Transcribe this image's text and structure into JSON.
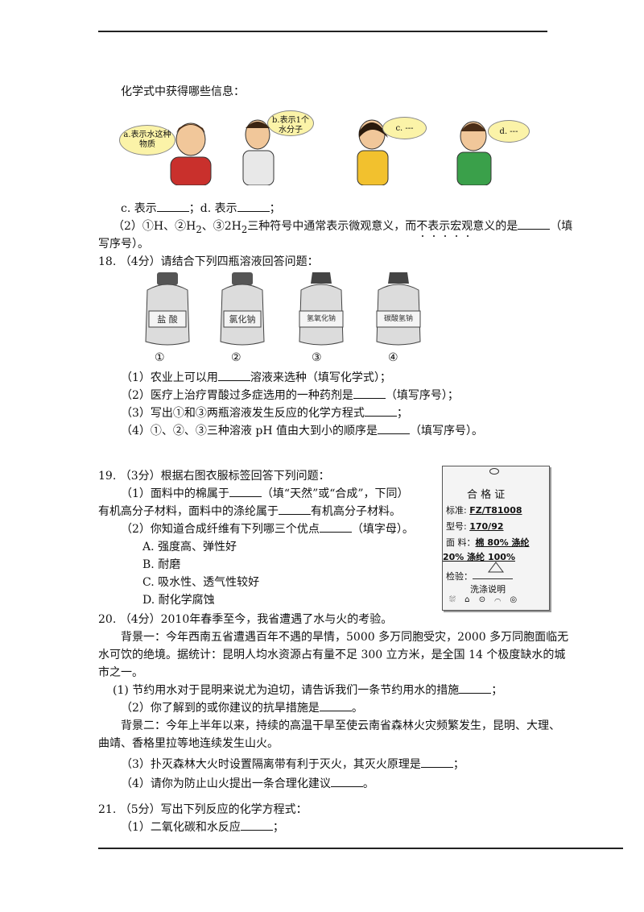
{
  "q17": {
    "intro": "化学式中获得哪些信息：",
    "bubble_a": "a.表示水这种物质",
    "bubble_b": "b.表示1个水分子",
    "bubble_c": "c. ---",
    "bubble_d": "d. ---",
    "answer_line_c": "c. 表示",
    "answer_line_d": "；d. 表示",
    "answer_line_end": "；",
    "part2_a": "（2）①H、②H",
    "part2_b": "2",
    "part2_c": "、③2H",
    "part2_d": "2",
    "part2_e": "三种符号中通常表示微观意义，而",
    "part2_f1": "不",
    "part2_f2": "表",
    "part2_f3": "示",
    "part2_f4": "宏",
    "part2_f5": "观",
    "part2_g": "意义的是",
    "part2_h": "（填",
    "part2_i": "写序号）。"
  },
  "q18": {
    "title": "18. （4分）请结合下列四瓶溶液回答问题：",
    "bottles": [
      "盐 酸",
      "氯化钠",
      "氢氧化钠",
      "碳酸氢钠"
    ],
    "numbers": [
      "①",
      "②",
      "③",
      "④"
    ],
    "s1a": "（1）农业上可以用",
    "s1b": "溶液来选种（填写化学式）；",
    "s2a": "（2）医疗上治疗胃酸过多症选用的一种药剂是",
    "s2b": "（填写序号）；",
    "s3a": "（3）写出①和③两瓶溶液发生反应的化学方程式",
    "s3b": "；",
    "s4a": "（4）①、②、③三种溶液 pH 值由大到小的顺序是",
    "s4b": "（填写序号）。"
  },
  "q19": {
    "title": "19. （3分）根据右图衣服标签回答下列问题：",
    "s1a": "（1）面料中的棉属于",
    "s1b": "（填“天然”或“合成”，下同）",
    "s1c": "有机高分子材料，面料中的涤纶属于",
    "s1d": "有机高分子材料。",
    "s2a": "（2）你知道合成纤维有下列哪三个优点",
    "s2b": "（填字母）。",
    "opts": [
      "A. 强度高、弹性好",
      "B. 耐磨",
      "C. 吸水性、透气性较好",
      "D. 耐化学腐蚀"
    ],
    "tag": {
      "title": "合 格 证",
      "std_label": "标准:",
      "std_val": "FZ/T81008",
      "model_label": "型号:",
      "model_val": "170/92",
      "fabric_label": "面 料：",
      "fabric_val": "棉 80% 涤纶",
      "fabric_val2": "20%  涤纶 100%",
      "check_label": "检验：",
      "wash": "洗涤说明"
    }
  },
  "q20": {
    "title": "20. （4分）2010年春季至今，我省遭遇了水与火的考验。",
    "bg1a": "背景一：今年西南五省遭遇百年不遇的旱情，5000 多万同胞受灾，2000 多万同胞面临无",
    "bg1b": "水可饮的绝境。据统计：昆明人均水资源占有量不足 300 立方米，是全国 14 个极度缺水的城",
    "bg1c": "市之一。",
    "s1a": "(1) 节约用水对于昆明来说尤为迫切，请告诉我们一条节约用水的措施",
    "s1b": "；",
    "s2a": "（2）你了解到的或你建议的抗旱措施是",
    "s2b": "。",
    "bg2a": "背景二：今年上半年以来，持续的高温干旱至使云南省森林火灾频繁发生，昆明、大理、",
    "bg2b": "曲靖、香格里拉等地连续发生山火。",
    "s3a": "（3）扑灭森林大火时设置隔离带有利于灭火，其灭火原理是",
    "s3b": "；",
    "s4a": "（4）请你为防止山火提出一条合理化建议",
    "s4b": "。"
  },
  "q21": {
    "title": "21. （5分）写出下列反应的化学方程式：",
    "s1a": "（1）二氧化碳和水反应",
    "s1b": "；"
  }
}
